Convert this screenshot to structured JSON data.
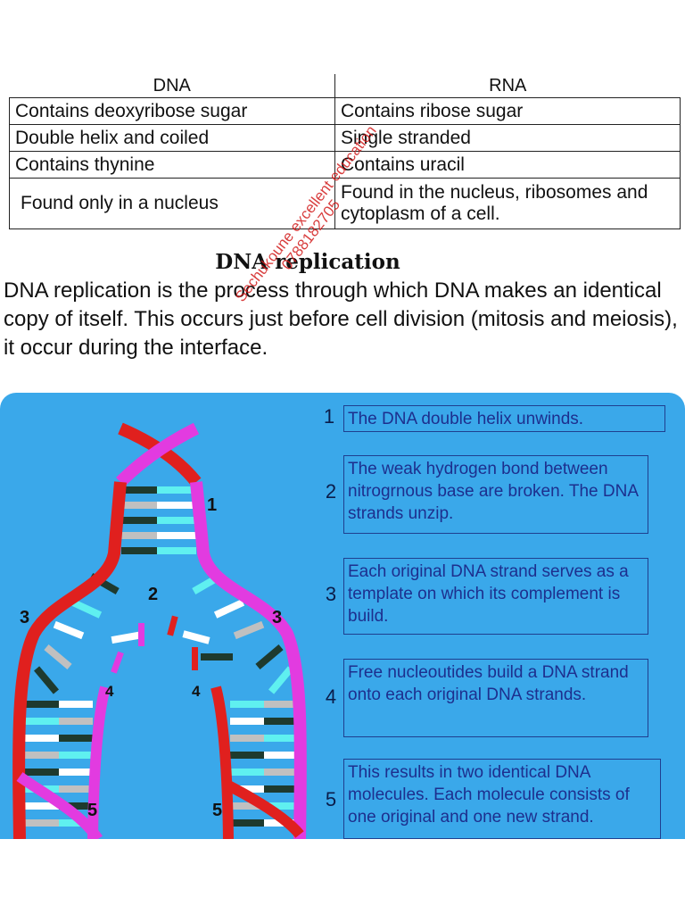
{
  "table": {
    "headers": [
      "DNA",
      "RNA"
    ],
    "rows": [
      [
        "Contains deoxyribose sugar",
        "Contains ribose sugar"
      ],
      [
        "Double helix and coiled",
        "Single stranded"
      ],
      [
        "Contains thynine",
        "Contains uracil"
      ],
      [
        "Found only in a nucleus",
        "Found in the nucleus, ribosomes and cytoplasm of a cell."
      ]
    ]
  },
  "section": {
    "title": "DNA replication",
    "paragraph": "DNA replication is the  process through which DNA  makes an identical copy of itself. This occurs just before cell division (mitosis and meiosis), it occur during the interface."
  },
  "watermark": {
    "line1": "Sechukoune excellent education",
    "line2": "0788182705"
  },
  "diagram": {
    "labels": [
      "1",
      "2",
      "3",
      "3",
      "4",
      "4",
      "5",
      "5"
    ],
    "colors": {
      "background": "#3aa8ea",
      "strand_red": "#e0201e",
      "strand_magenta": "#e23be0"
    }
  },
  "steps": [
    {
      "num": "1",
      "text": "The DNA double helix unwinds."
    },
    {
      "num": "2",
      "text": "The weak hydrogen bond between nitrogrnous base are broken. The DNA strands unzip."
    },
    {
      "num": "3",
      "text": "Each original DNA strand serves as a template on which its complement is build."
    },
    {
      "num": "4",
      "text": "Free nucleoutides build a DNA strand onto each original DNA strands."
    },
    {
      "num": "5",
      "text": "This results in two identical DNA molecules. Each molecule consists of one original and one new strand."
    }
  ]
}
